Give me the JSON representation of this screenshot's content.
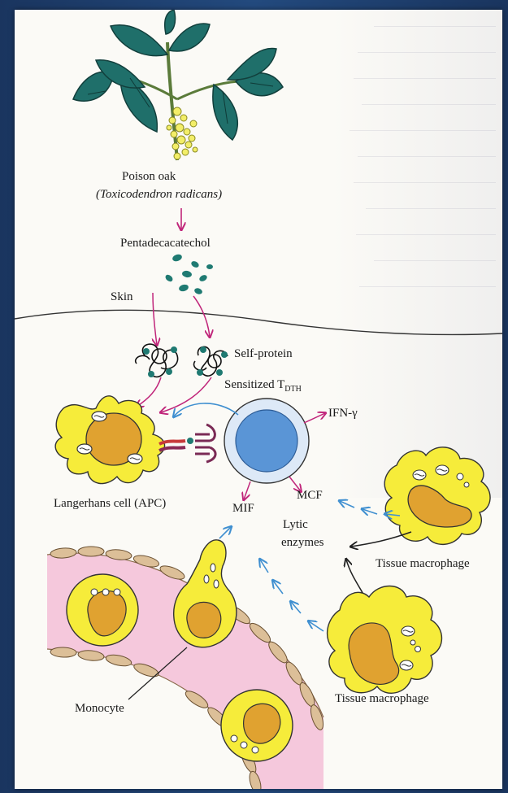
{
  "diagram": {
    "labels": {
      "plant": "Poison oak",
      "plant_species": "(Toxicodendron radicans)",
      "chemical": "Pentadecacatechol",
      "skin": "Skin",
      "self_protein": "Self-protein",
      "sensitized_prefix": "Sensitized T",
      "sensitized_sub": "DTH",
      "ifn": "IFN-γ",
      "langerhans": "Langerhans cell (APC)",
      "mif": "MIF",
      "mcf": "MCF",
      "lytic_1": "Lytic",
      "lytic_2": "enzymes",
      "tissue_macrophage_1": "Tissue macrophage",
      "tissue_macrophage_2": "Tissue macrophage",
      "monocyte": "Monocyte"
    },
    "colors": {
      "leaf": "#1f6f6a",
      "flower": "#f3ee68",
      "arrow_magenta": "#c0257a",
      "arrow_blue": "#3f8fd0",
      "cell_yellow": "#f6ec3a",
      "nucleus_orange": "#e0a230",
      "tcell_blue": "#5a95d6",
      "vessel_pink": "#f5c8dc",
      "vessel_wall": "#dcbf98"
    }
  }
}
